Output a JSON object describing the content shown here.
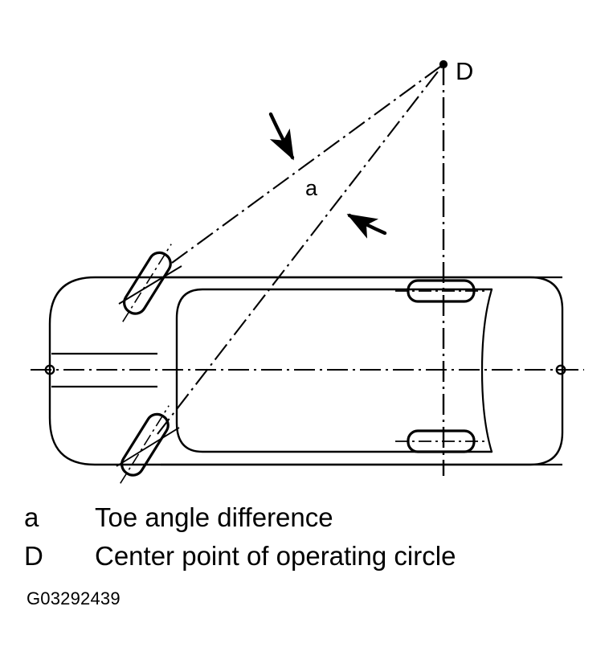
{
  "figure": {
    "code": "G03292439",
    "type": "technical-line-drawing",
    "subject": "Vehicle top view showing toe angle difference during steering",
    "background_color": "#ffffff",
    "line_color": "#000000"
  },
  "diagram": {
    "point_d_label": "D",
    "angle_label": "a",
    "vehicle": {
      "orientation": "top-view, front at left, rear at right",
      "front_wheels_state": "steered (turned left)",
      "rear_wheels_state": "straight"
    },
    "construction_lines": {
      "style": "dash-dot centerline",
      "vertical_axis_note": "rear axle centerline through D",
      "horizontal_axis_note": "vehicle longitudinal centerline",
      "left_wheel_axis_note": "front left wheel steering axis to D",
      "right_wheel_axis_note": "front right wheel steering axis to D"
    },
    "arrows": [
      {
        "name": "arrow-to-upper-axis",
        "points_at": "upper wheel axis line"
      },
      {
        "name": "arrow-to-lower-axis",
        "points_at": "lower wheel axis line"
      }
    ]
  },
  "legend": {
    "items": [
      {
        "key": "a",
        "text": "Toe angle difference"
      },
      {
        "key": "D",
        "text": "Center point of operating circle"
      }
    ]
  }
}
